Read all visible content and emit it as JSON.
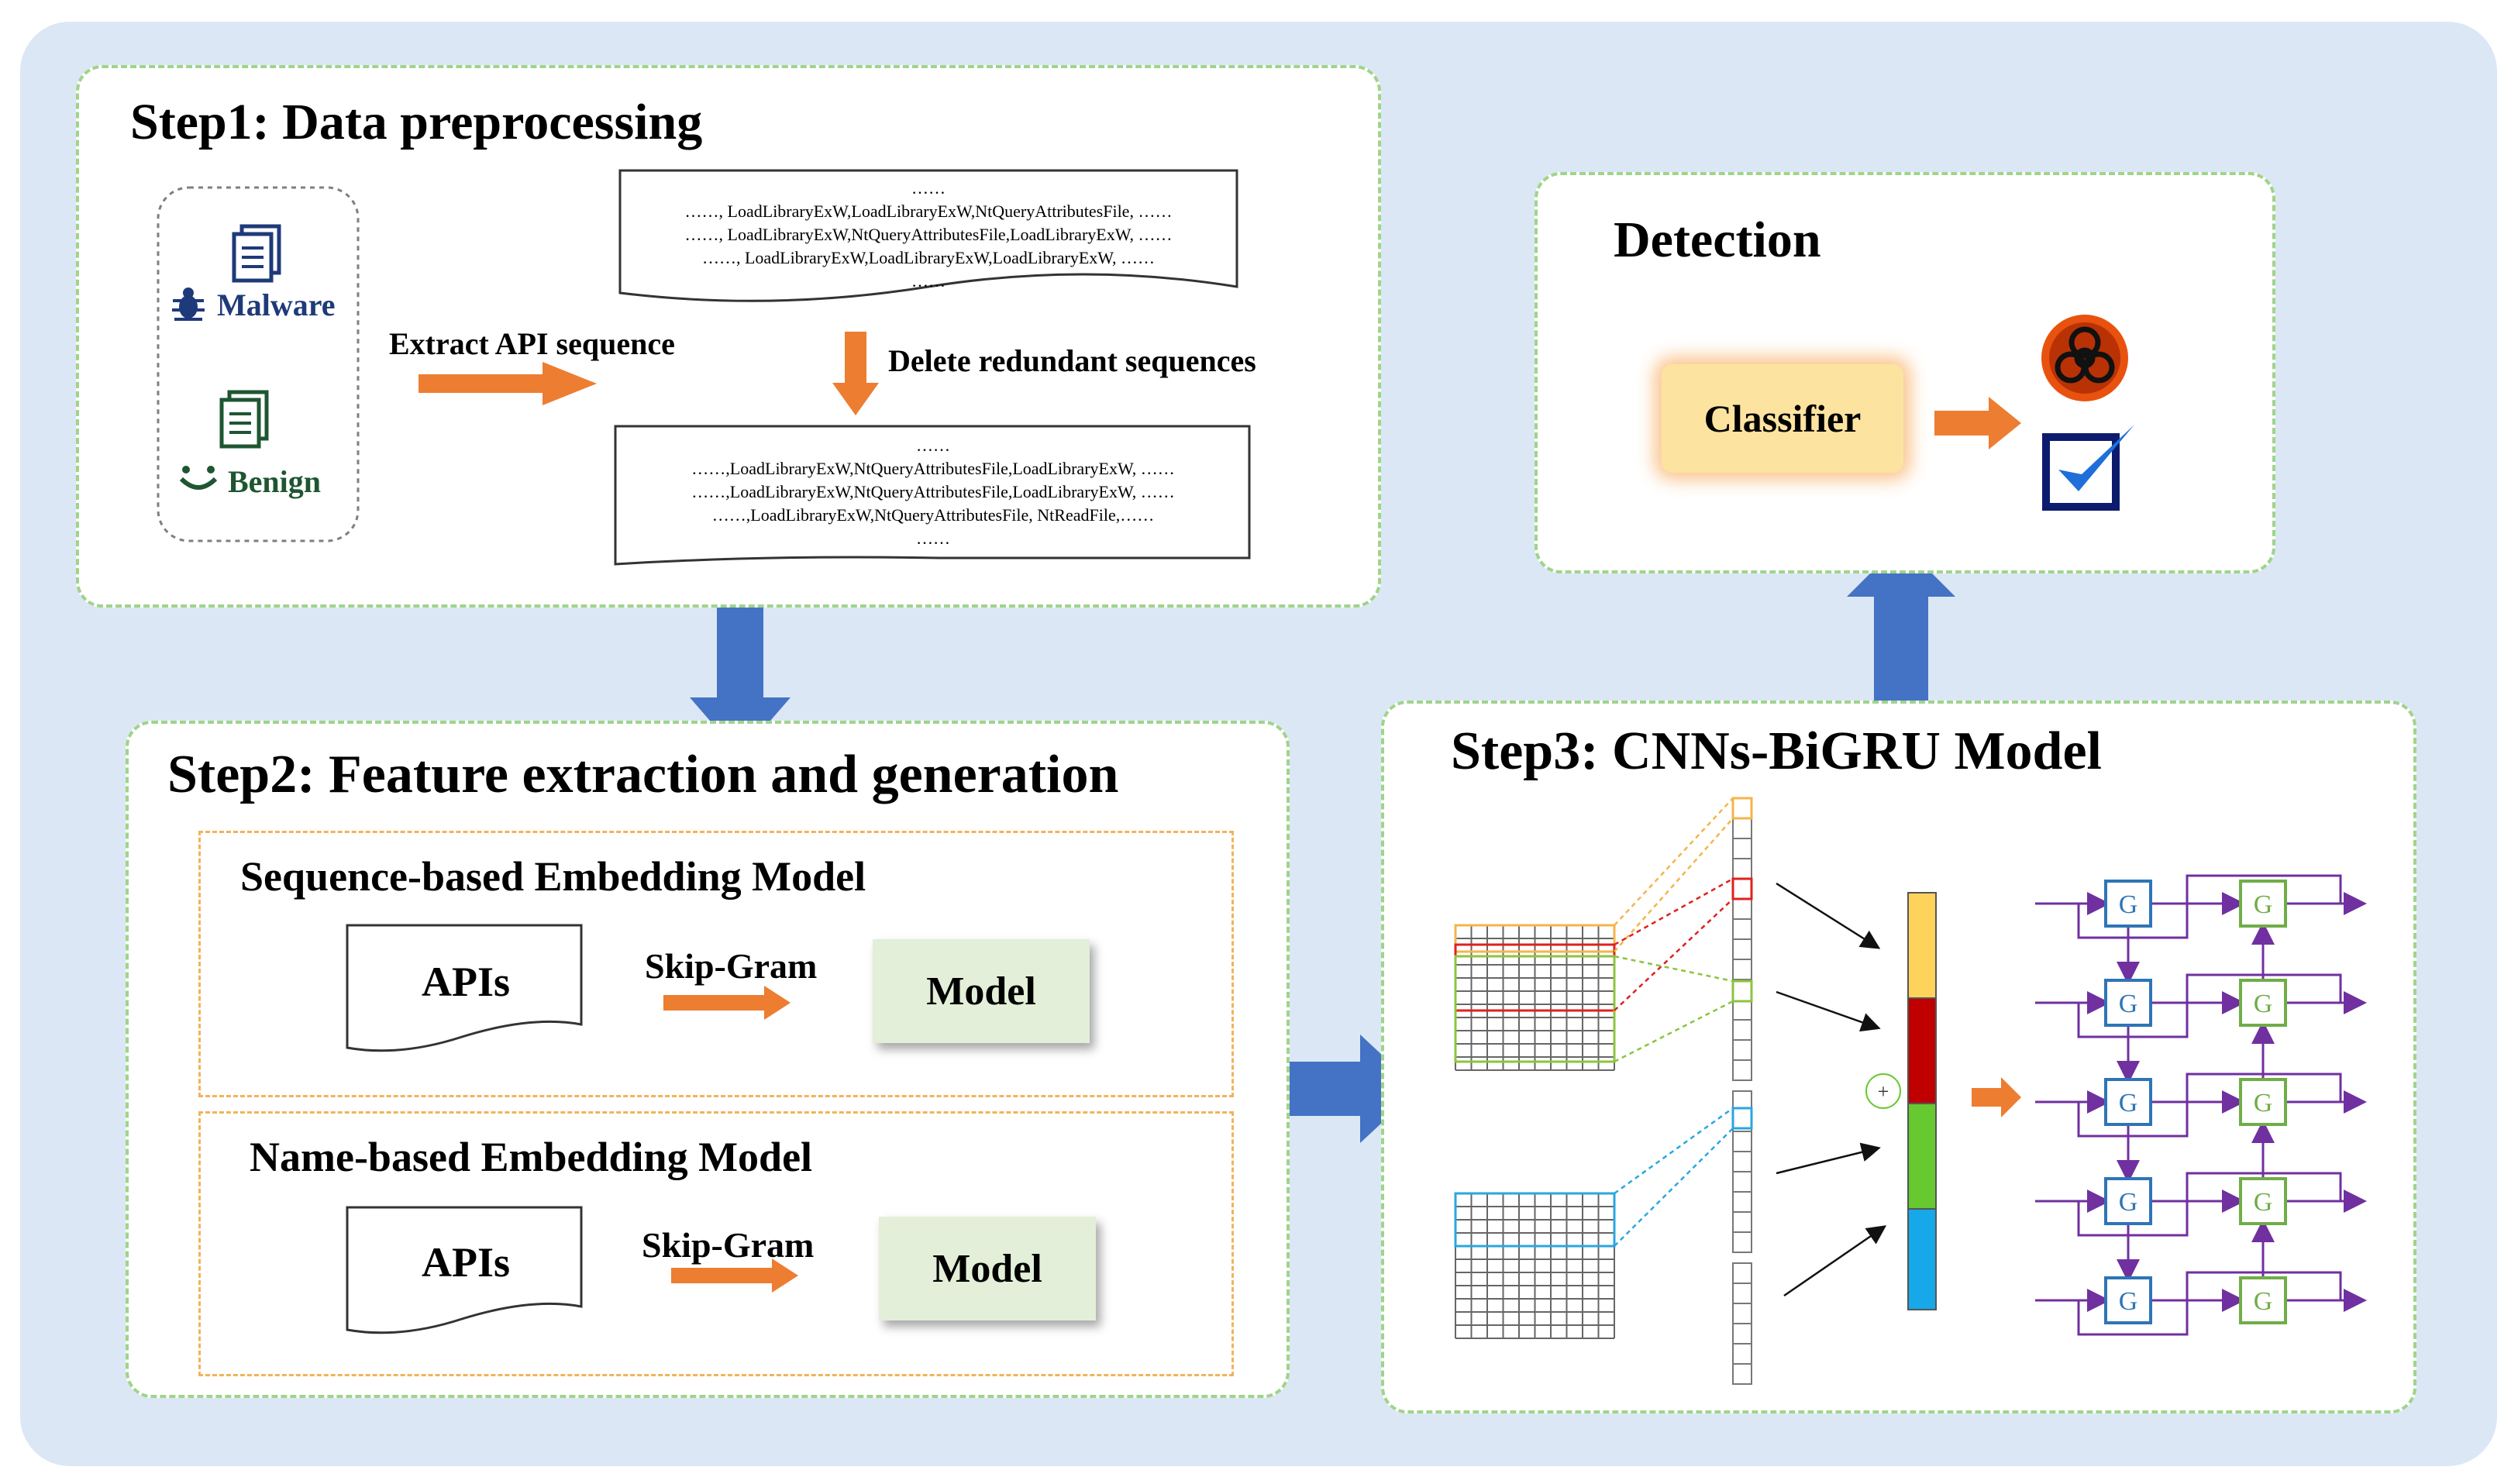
{
  "step1": {
    "title": "Step1:   Data preprocessing",
    "malware_label": "Malware",
    "benign_label": "Benign",
    "extract_label": "Extract API sequence",
    "delete_label": "Delete redundant sequences",
    "raw_sequences": [
      "……",
      "……, LoadLibraryExW,LoadLibraryExW,NtQueryAttributesFile, ……",
      "……, LoadLibraryExW,NtQueryAttributesFile,LoadLibraryExW, ……",
      "……, LoadLibraryExW,LoadLibraryExW,LoadLibraryExW, ……",
      "……"
    ],
    "clean_sequences": [
      "……",
      "……,LoadLibraryExW,NtQueryAttributesFile,LoadLibraryExW, ……",
      "……,LoadLibraryExW,NtQueryAttributesFile,LoadLibraryExW, ……",
      "……,LoadLibraryExW,NtQueryAttributesFile, NtReadFile,……",
      "……"
    ]
  },
  "step2": {
    "title": "Step2:  Feature extraction and generation",
    "seq_model": {
      "title": "Sequence-based Embedding Model",
      "apis": "APIs",
      "method": "Skip-Gram",
      "model": "Model"
    },
    "name_model": {
      "title": "Name-based Embedding Model",
      "apis": "APIs",
      "method": "Skip-Gram",
      "model": "Model"
    }
  },
  "step3": {
    "title": "Step3:  CNNs-BiGRU Model",
    "concat_symbol": "+",
    "gru_label": "G"
  },
  "detection": {
    "title": "Detection",
    "classifier": "Classifier",
    "malicious_icon": "biohazard-icon",
    "benign_icon": "checkbox-checked-icon"
  },
  "colors": {
    "background": "#dbe7f4",
    "panel_border": "#9fd48a",
    "flow_arrow": "#4472c4",
    "orange_arrow": "#ed7d31",
    "icon_blue": "#1f3a7a",
    "icon_green": "#1e5631",
    "grid_orange": "#f5b44a",
    "grid_red": "#e0201e",
    "grid_green": "#8cc43f",
    "grid_blue": "#2aa6e0",
    "gru_blue": "#2e75b6",
    "gru_green": "#70ad47",
    "gru_purple": "#7030a0"
  }
}
